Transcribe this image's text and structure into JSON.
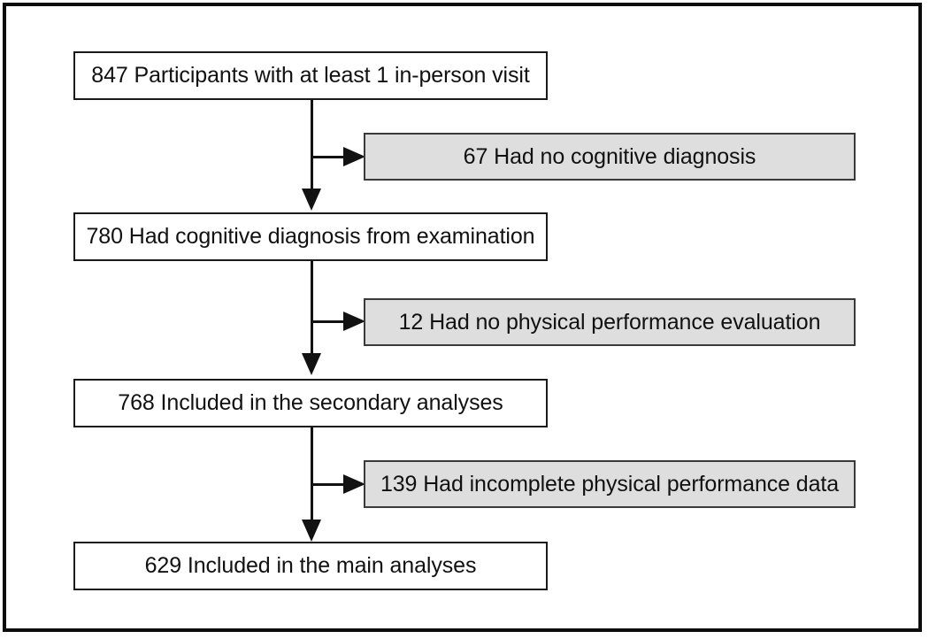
{
  "figure": {
    "type": "flowchart",
    "orientation": "vertical",
    "description": "Participant flow diagram",
    "colors": {
      "frame": "#0d0d0d",
      "primary_box_fill": "#ffffff",
      "exclusion_box_fill": "#dedede",
      "line": "#121212",
      "text": "#111111"
    }
  },
  "nodes": {
    "primary": [
      {
        "id": "enrolled",
        "count": "847",
        "label": "847 Participants with at least 1 in-person visit"
      },
      {
        "id": "diagnosed",
        "count": "780",
        "label": "780 Had cognitive diagnosis from examination"
      },
      {
        "id": "secondary",
        "count": "768",
        "label": "768 Included in the secondary analyses"
      },
      {
        "id": "main",
        "count": "629",
        "label": "629 Included in the main analyses"
      }
    ],
    "exclusions": [
      {
        "id": "no-diagnosis",
        "count": "67",
        "label": "67 Had no cognitive diagnosis"
      },
      {
        "id": "no-physical-eval",
        "count": "12",
        "label": "12 Had no physical performance evaluation"
      },
      {
        "id": "incomplete-physical",
        "count": "139",
        "label": "139 Had incomplete physical performance data"
      }
    ]
  },
  "connectors": [
    {
      "id": "branch-1",
      "from": "enrolled",
      "to": "no-diagnosis",
      "kind": "exclusion-arrow"
    },
    {
      "id": "flow-1",
      "from": "enrolled",
      "to": "diagnosed",
      "kind": "down-arrow"
    },
    {
      "id": "branch-2",
      "from": "diagnosed",
      "to": "no-physical-eval",
      "kind": "exclusion-arrow"
    },
    {
      "id": "flow-2",
      "from": "diagnosed",
      "to": "secondary",
      "kind": "down-arrow"
    },
    {
      "id": "branch-3",
      "from": "secondary",
      "to": "incomplete-physical",
      "kind": "exclusion-arrow"
    },
    {
      "id": "flow-3",
      "from": "secondary",
      "to": "main",
      "kind": "down-arrow"
    }
  ]
}
